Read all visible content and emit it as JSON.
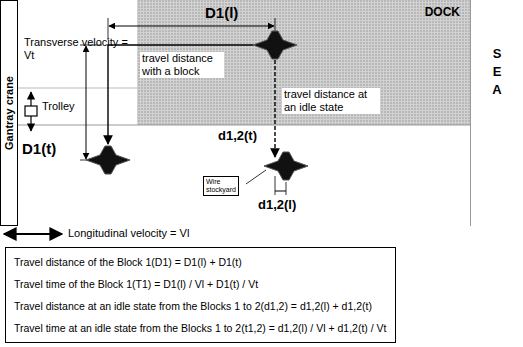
{
  "diagram": {
    "nodes": [
      {
        "text": [
          "Gantray crane"
        ]
      },
      {
        "text": [
          "DOCK"
        ]
      },
      {
        "text": [
          "S E A"
        ]
      },
      {
        "text": [
          "Wire stockyard"
        ]
      },
      {
        "text": [
          "Travel distance of the Block 1(D1) = D1(l) + D1(t)",
          "Travel time of the Block 1(T1) = D1(l) / Vl + D1(t) / Vt",
          "Travel distance at an idle state from the Blocks 1 to 2(d1,2) = d1,2(l) + d1,2(t)",
          "Travel time at an idle state from the Blocks 1 to 2(t1,2) = d1,2(l) / Vl + d1,2(t) / Vt"
        ]
      }
    ],
    "labels": [
      "Transverse velocity = Vt",
      "Trolley",
      "D1(l)",
      "D1(t)",
      "travel distance with a block",
      "travel distance at an idle state",
      "d1,2(t)",
      "d1,2(l)",
      "Longitudinal velocity = Vl"
    ]
  }
}
